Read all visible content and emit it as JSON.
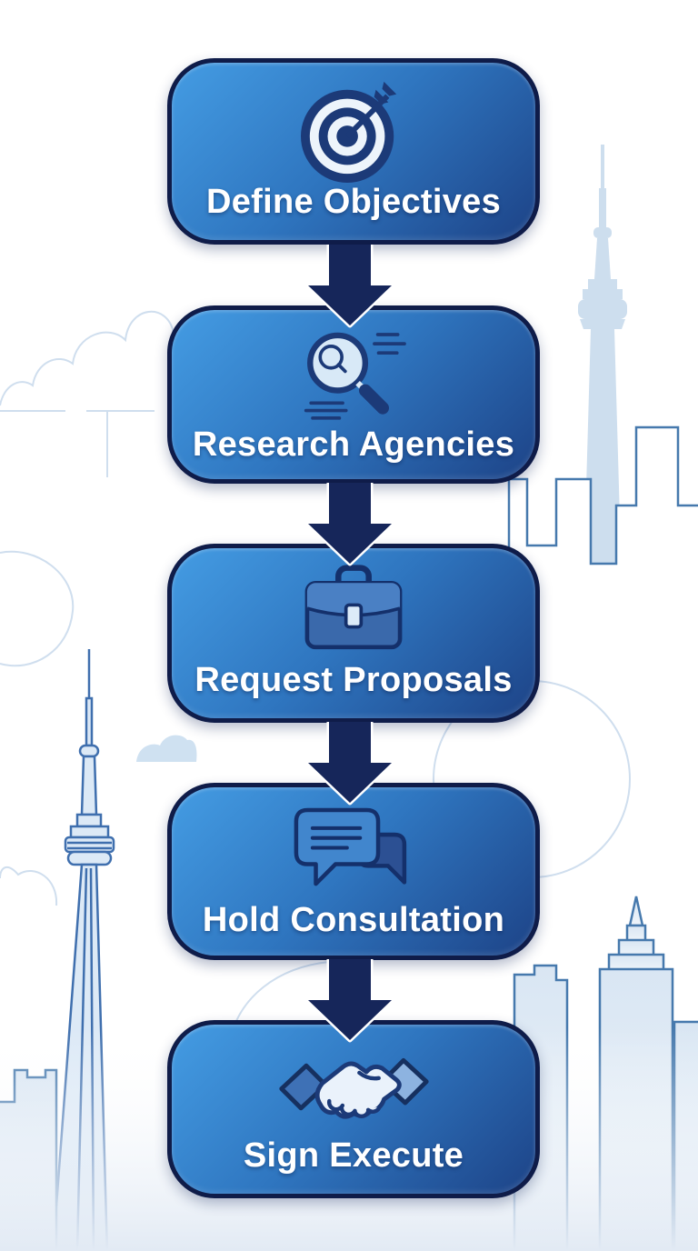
{
  "flowchart": {
    "steps": [
      {
        "label": "Define Objectives",
        "icon": "target-icon"
      },
      {
        "label": "Research Agencies",
        "icon": "magnifying-glass-icon"
      },
      {
        "label": "Request Proposals",
        "icon": "briefcase-icon"
      },
      {
        "label": "Hold Consultation",
        "icon": "chat-bubbles-icon"
      },
      {
        "label": "Sign Execute",
        "icon": "handshake-icon"
      }
    ],
    "connectors": {
      "type": "down-arrow",
      "count": 4
    }
  },
  "background": {
    "scene": "toronto-skyline-illustration",
    "elements": [
      "cn-tower-outline-left",
      "cn-tower-silhouette-right",
      "stepped-skyscraper-right",
      "city-skyline-bottom",
      "cloud-outlines",
      "faint-circles"
    ]
  },
  "colors": {
    "box_gradient_top": "#449ce3",
    "box_gradient_bottom": "#1d4387",
    "box_border": "#0f1c49",
    "arrow": "#16265a",
    "arrow_halo": "#ffffff",
    "label_text": "#ffffff",
    "icon_navy": "#1c3a78",
    "icon_light": "#eaf2fb",
    "skyline_fill": "#d9e6f3",
    "skyline_stroke": "#4679ad",
    "silhouette_fill": "#cddeee",
    "faint_line": "#cfdeee",
    "background": "#ffffff"
  }
}
